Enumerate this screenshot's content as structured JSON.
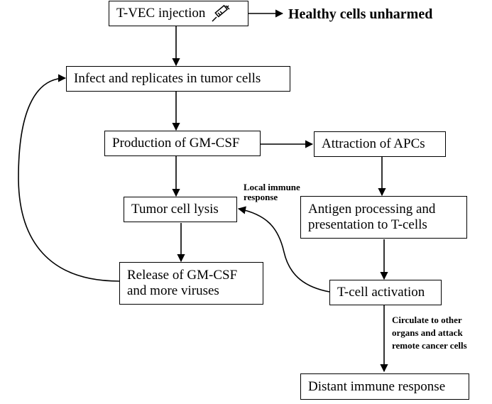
{
  "nodes": {
    "tvec": "T-VEC injection",
    "healthy": "Healthy cells unharmed",
    "infect": "Infect and replicates in tumor cells",
    "gmcsf": "Production of GM-CSF",
    "apcs": "Attraction of APCs",
    "lysis": "Tumor cell lysis",
    "antigen_l1": "Antigen processing and",
    "antigen_l2": "presentation to T-cells",
    "release_l1": "Release of GM-CSF",
    "release_l2": "and more viruses",
    "tcell": "T-cell activation",
    "distant": "Distant immune response"
  },
  "annotations": {
    "local_l1": "Local immune",
    "local_l2": "response",
    "circ_l1": "Circulate to other",
    "circ_l2": "organs and attack",
    "circ_l3": "remote cancer cells"
  },
  "icons": [
    "syringe-icon"
  ]
}
